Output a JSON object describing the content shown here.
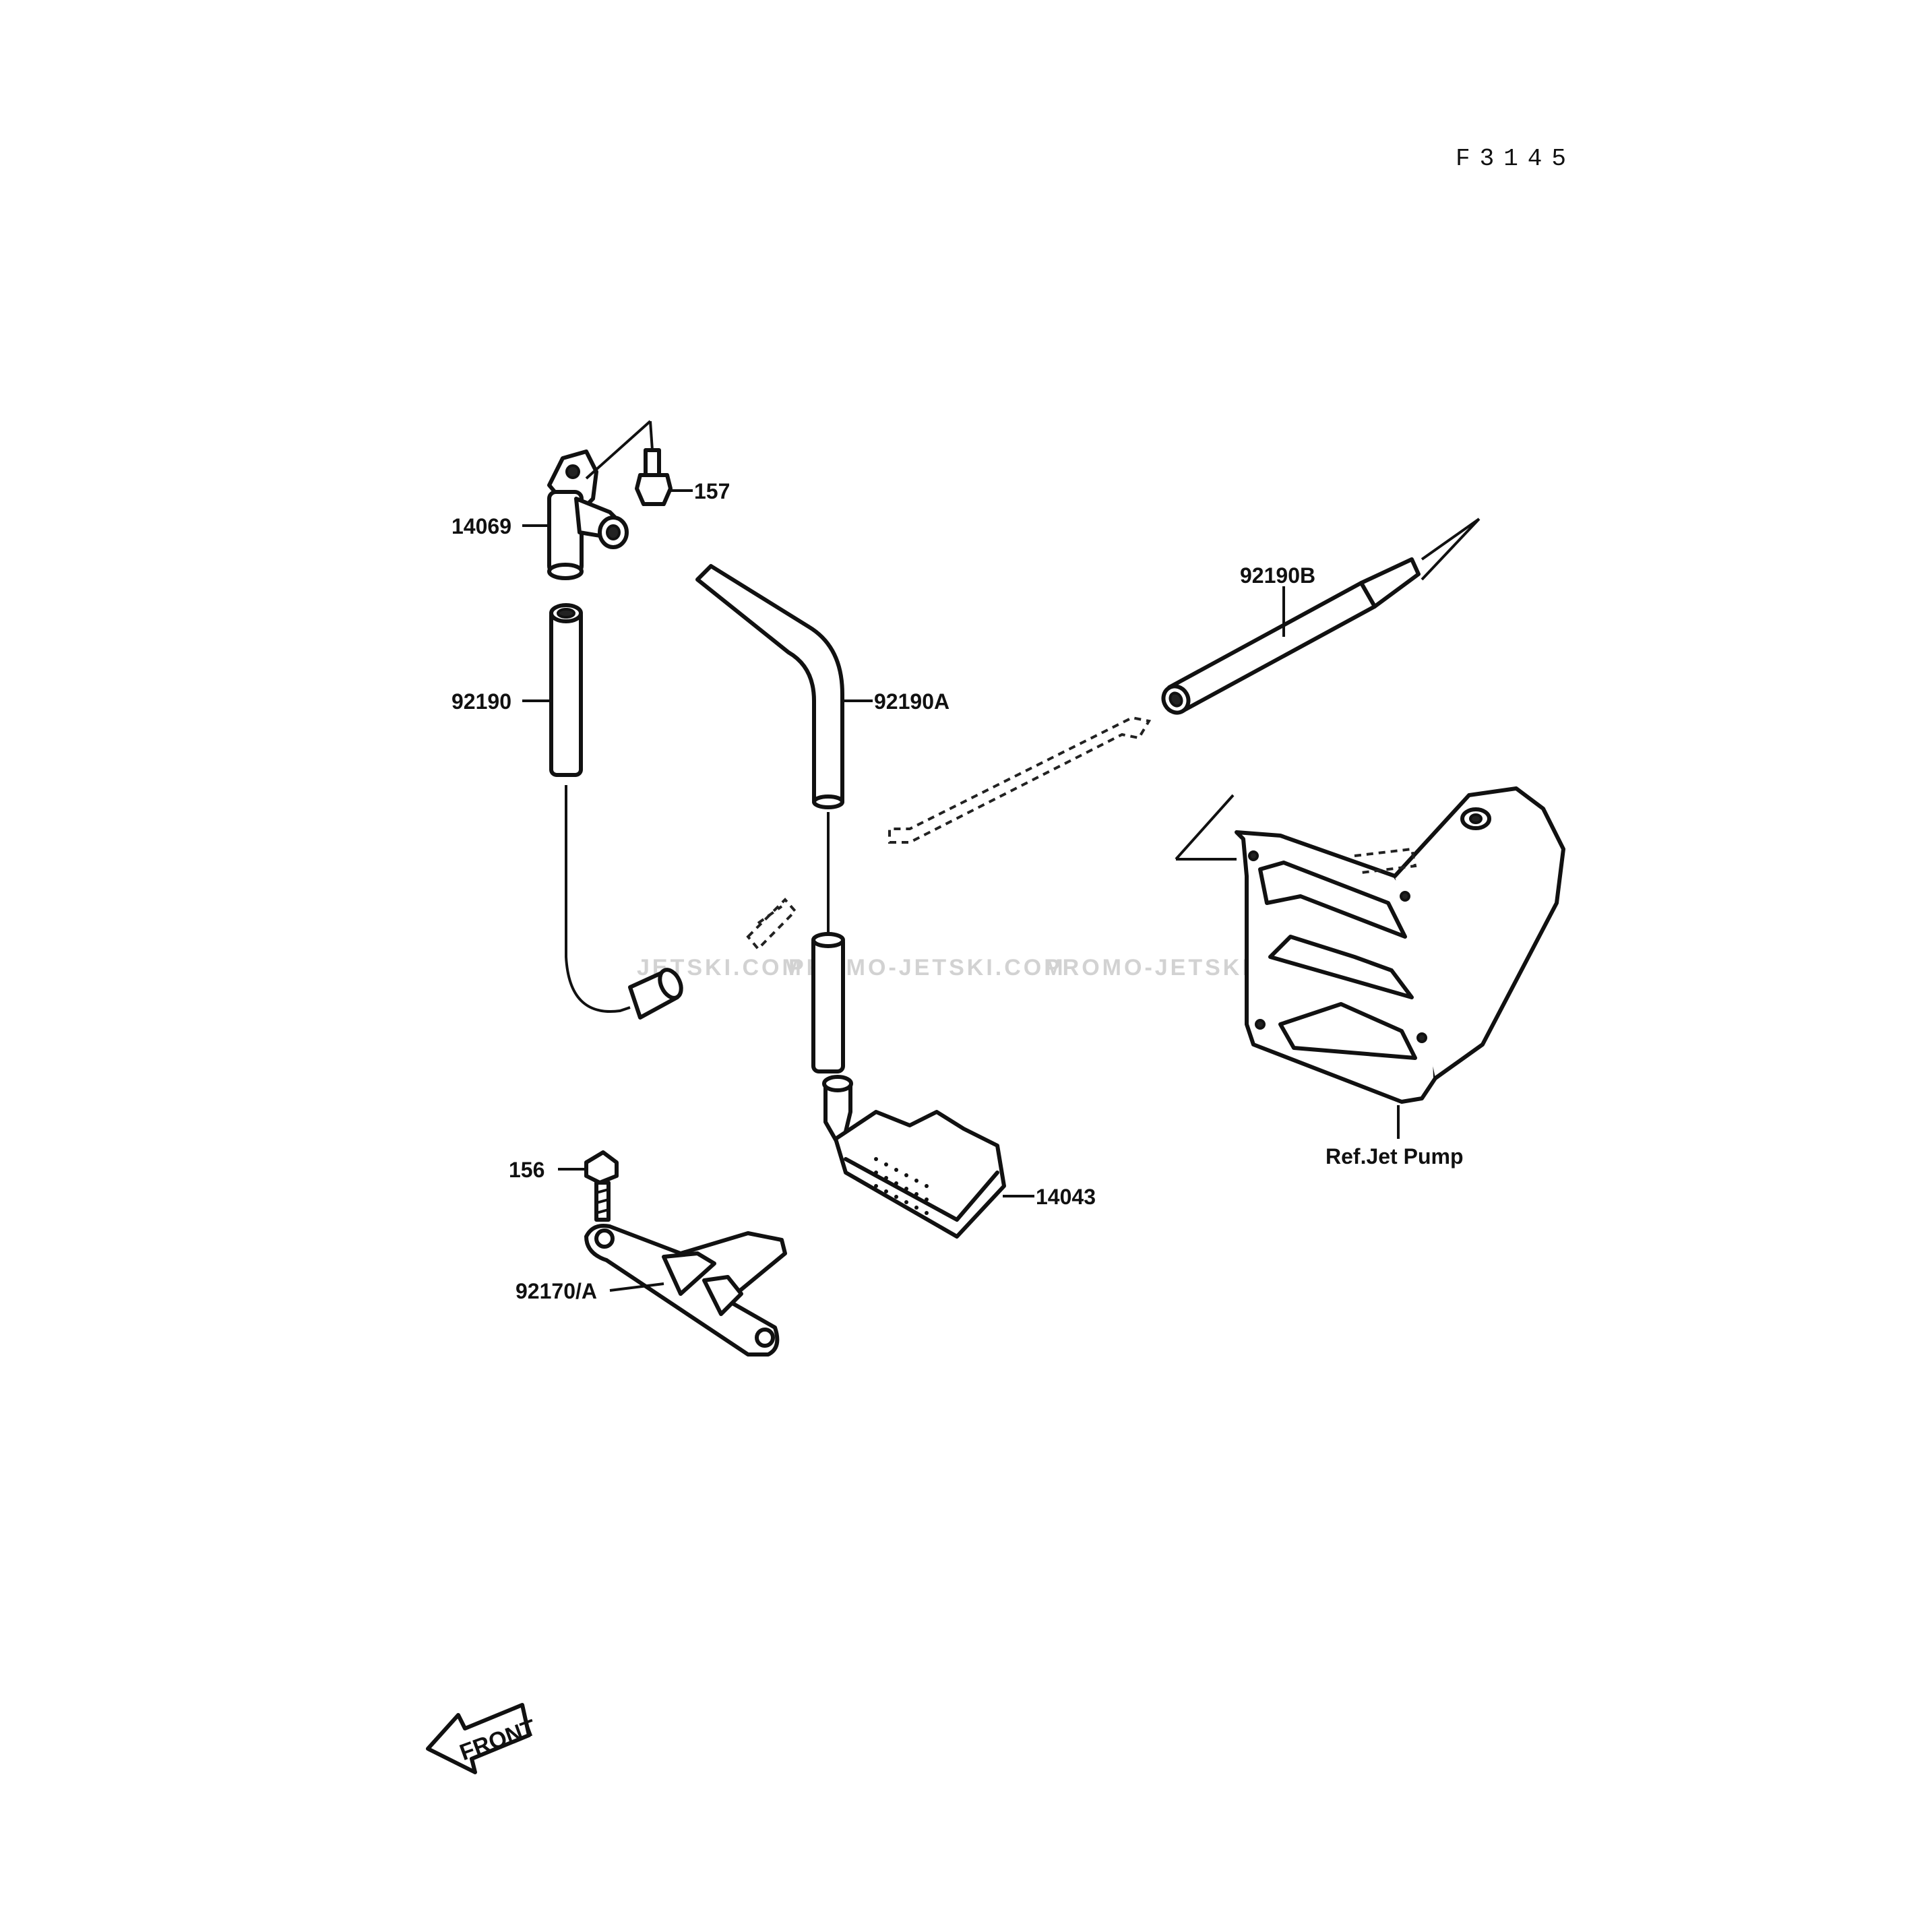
{
  "figure_code": "F3145",
  "watermarks": [
    "JETSKI.COM",
    "PROMO-JETSKI.COM",
    "PROMO-JETSKI.COM"
  ],
  "parts": {
    "p14069": "14069",
    "p157": "157",
    "p92190": "92190",
    "p92190A": "92190A",
    "p92190B": "92190B",
    "p14043": "14043",
    "p156": "156",
    "p92170A": "92170/A",
    "ref_jet_pump": "Ref.Jet Pump"
  },
  "front_arrow": "FRONT"
}
